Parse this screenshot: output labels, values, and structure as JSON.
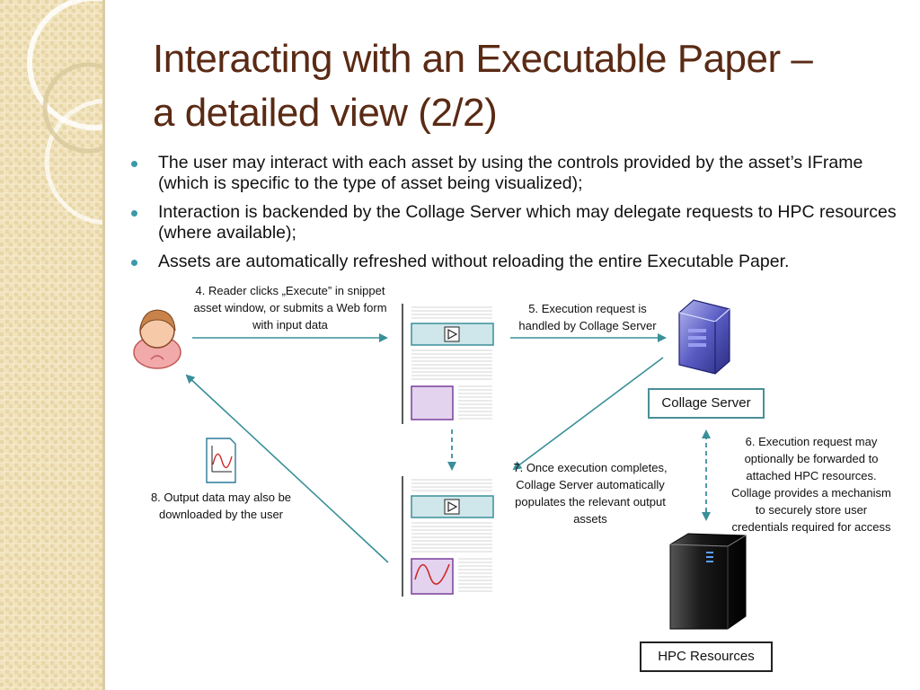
{
  "title": {
    "line1": "Interacting with an Executable Paper –",
    "line2": "a detailed view (2/2)"
  },
  "bullets": [
    {
      "text": "The user may interact with each asset by using the controls provided by the asset’s IFrame (which is specific to the type of asset being visualized);"
    },
    {
      "text": "Interaction is backended by the Collage Server which may delegate requests to HPC resources (where available);"
    },
    {
      "text": "Assets are automatically refreshed without reloading the entire Executable Paper."
    }
  ],
  "diagram": {
    "captions": {
      "step4": "4. Reader clicks „Execute” in snippet asset window, or submits a Web form with input data",
      "step5": "5. Execution request is handled by Collage Server",
      "step6": "6. Execution request may optionally be forwarded to attached HPC resources. Collage provides a mechanism to securely store user credentials required for access",
      "step7": "7. Once execution completes, Collage Server automatically populates the relevant output assets",
      "step8": "8. Output data may also be downloaded by the user"
    },
    "collage_server_label": "Collage Server",
    "hpc_resources_label": "HPC Resources",
    "icons": [
      "user-icon",
      "play-icon",
      "chart-document-icon",
      "server-icon",
      "hpc-tower-icon"
    ],
    "colors": {
      "arrow": "#3a8f99",
      "title": "#5a2a14",
      "asset_bar": "#cfe6ea",
      "placeholder_asset": "#e3d3ee",
      "asset_border": "#7a3f99"
    }
  }
}
